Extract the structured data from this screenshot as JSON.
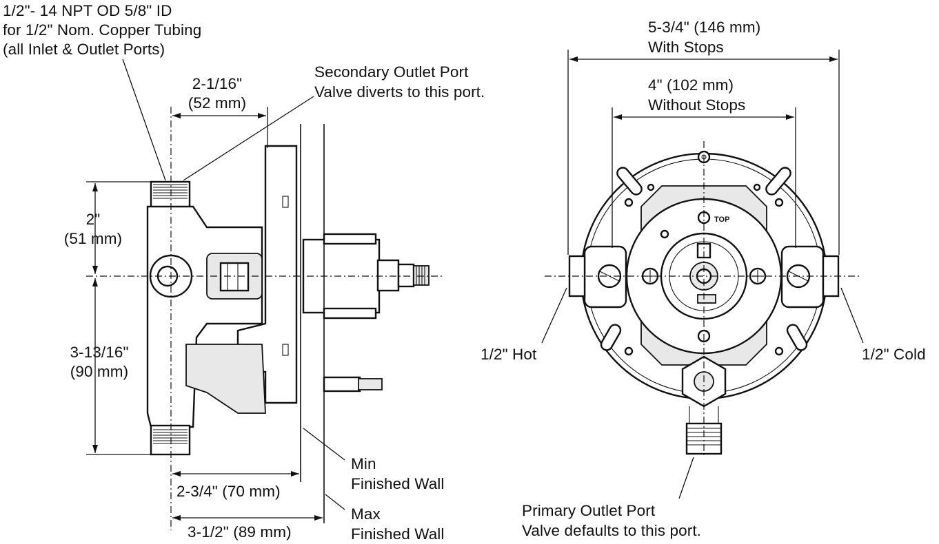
{
  "labels": {
    "thread_spec_1": "1/2\"- 14 NPT OD 5/8\" ID",
    "thread_spec_2": "for 1/2\" Nom. Copper Tubing",
    "thread_spec_3": "(all Inlet & Outlet Ports)",
    "secondary_outlet_1": "Secondary Outlet Port",
    "secondary_outlet_2": "Valve diverts to this port.",
    "width_top_in": "2-1/16\"",
    "width_top_mm": "(52 mm)",
    "height_upper_in": "2\"",
    "height_upper_mm": "(51 mm)",
    "height_lower_in": "3-13/16\"",
    "height_lower_mm": "(90 mm)",
    "depth_min": "2-3/4\" (70 mm)",
    "depth_max": "3-1/2\" (89 mm)",
    "min_wall_1": "Min",
    "min_wall_2": "Finished Wall",
    "max_wall_1": "Max",
    "max_wall_2": "Finished Wall",
    "with_stops_1": "5-3/4\" (146 mm)",
    "with_stops_2": "With Stops",
    "without_stops_1": "4\" (102 mm)",
    "without_stops_2": "Without Stops",
    "hot": "1/2\" Hot",
    "cold": "1/2\" Cold",
    "primary_outlet_1": "Primary Outlet Port",
    "primary_outlet_2": "Valve defaults to this port.",
    "top_mark": "TOP"
  }
}
